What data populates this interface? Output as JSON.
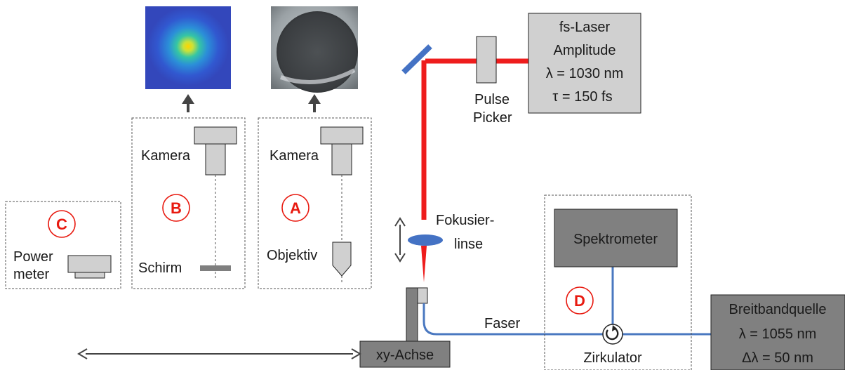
{
  "laser_box": {
    "line1": "fs-Laser",
    "line2": "Amplitude",
    "line3": "λ = 1030 nm",
    "line4": "τ = 150 fs"
  },
  "pulse_picker": {
    "line1": "Pulse",
    "line2": "Picker"
  },
  "focus_lens": {
    "line1": "Fokusier-",
    "line2": "linse"
  },
  "setup_c": {
    "letter": "C",
    "power_line1": "Power",
    "power_line2": "meter"
  },
  "setup_b": {
    "letter": "B",
    "camera_label": "Kamera",
    "screen_label": "Schirm"
  },
  "setup_a": {
    "letter": "A",
    "camera_label": "Kamera",
    "objective_label": "Objektiv"
  },
  "setup_d": {
    "letter": "D",
    "spectrometer_label": "Spektrometer",
    "circulator_label": "Zirkulator"
  },
  "fiber_label": "Faser",
  "stage_label": "xy-Achse",
  "source_box": {
    "line1": "Breitbandquelle",
    "line2": "λ = 1055 nm",
    "line3": "Δλ = 50 nm"
  },
  "colors": {
    "laser_beam": "#ee1c1c",
    "fiber": "#4a78c0",
    "box_fill": "#d0d0d0",
    "label_circle": "#e8190f",
    "lens": "#4472c4"
  }
}
